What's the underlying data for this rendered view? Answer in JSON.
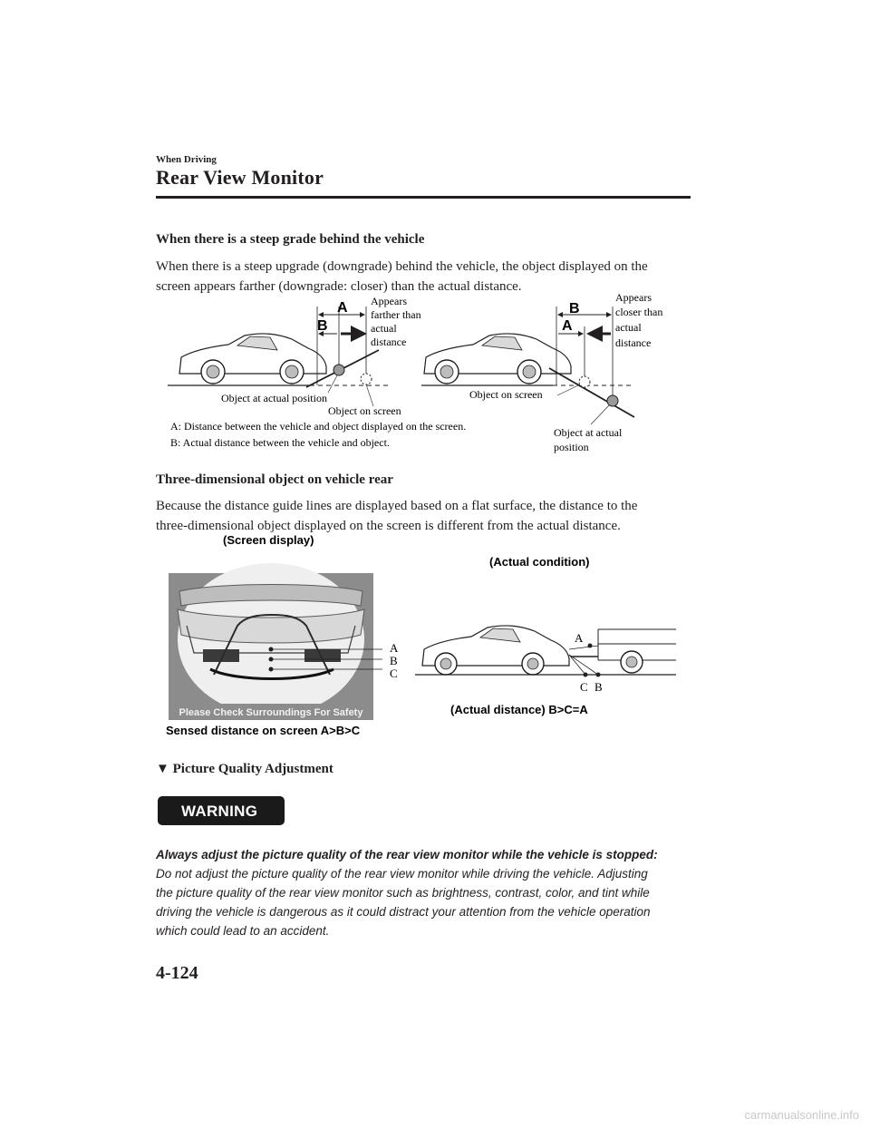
{
  "header": {
    "section": "When Driving",
    "title": "Rear View Monitor"
  },
  "steep_grade": {
    "heading": "When there is a steep grade behind the vehicle",
    "body_line1": "When there is a steep upgrade (downgrade) behind the vehicle, the object displayed on the",
    "body_line2": "screen appears farther (downgrade: closer) than the actual distance.",
    "fig": {
      "left_label_a": "A",
      "left_label_b": "B",
      "appears_farther": [
        "Appears",
        "farther than",
        "actual",
        "distance"
      ],
      "object_actual": "Object at actual position",
      "object_screen_left": "Object on screen",
      "right_label_a": "A",
      "right_label_b": "B",
      "appears_closer": [
        "Appears",
        "closer than",
        "actual",
        "distance"
      ],
      "object_screen_right": "Object on screen",
      "object_actual_right": [
        "Object at actual",
        "position"
      ],
      "legend_a": "A: Distance between the vehicle and object displayed on the screen.",
      "legend_b": "B: Actual distance between the vehicle and object."
    }
  },
  "three_d": {
    "heading": "Three-dimensional object on vehicle rear",
    "body_line1": "Because the distance guide lines are displayed based on a flat surface, the distance to the",
    "body_line2": "three-dimensional object displayed on the screen is different from the actual distance.",
    "fig": {
      "screen_display": "(Screen display)",
      "actual_condition": "(Actual condition)",
      "screen_message": "Please Check Surroundings For Safety",
      "screen_a": "A",
      "screen_b": "B",
      "screen_c": "C",
      "actual_a": "A",
      "actual_c": "C",
      "actual_b": "B",
      "sensed_caption": "Sensed distance on screen A>B>C",
      "actual_caption": "(Actual distance) B>C=A"
    }
  },
  "picture_quality": {
    "heading": "Picture Quality Adjustment",
    "marker": "▼"
  },
  "warning": {
    "badge": "WARNING",
    "bold_line": "Always adjust the picture quality of the rear view monitor while the vehicle is stopped:",
    "lines": [
      "Do not adjust the picture quality of the rear view monitor while driving the vehicle. Adjusting",
      "the picture quality of the rear view monitor such as brightness, contrast, color, and tint while",
      "driving the vehicle is dangerous as it could distract your attention from the vehicle operation",
      "which could lead to an accident."
    ]
  },
  "page_number": "4-124",
  "footer_watermark": "carmanualsonline.info"
}
